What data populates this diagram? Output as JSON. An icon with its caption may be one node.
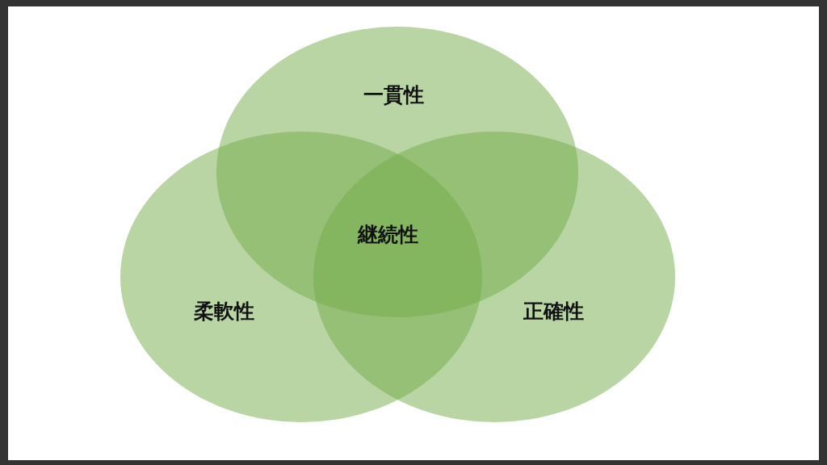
{
  "diagram": {
    "nodes": [
      {
        "text": [
          "一貫性"
        ]
      },
      {
        "text": [
          "柔軟性"
        ]
      },
      {
        "text": [
          "正確性"
        ]
      }
    ],
    "labels": [
      "継続性"
    ]
  }
}
